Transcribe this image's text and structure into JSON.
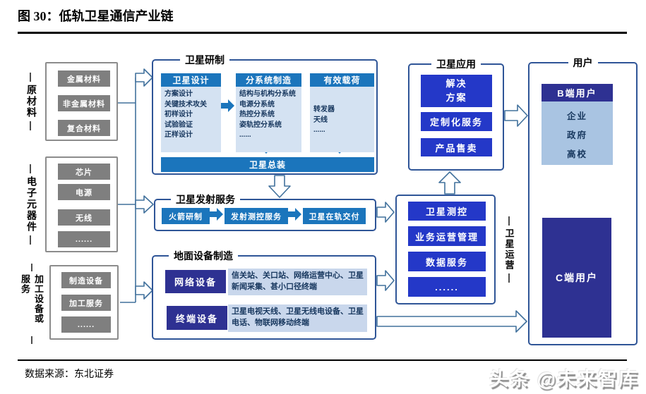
{
  "figure": {
    "title": "图 30：低轨卫星通信产业链",
    "source": "数据来源：东北证券",
    "watermark": "头条 @未来智库"
  },
  "colors": {
    "accent_blue": "#1B75BC",
    "vivid_blue": "#2438C8",
    "navy": "#2E3192",
    "light_blue_body": "#D4E2F2",
    "desc_blue": "#C9D7EC",
    "b_user_body": "#A9C4E2",
    "gray_box": "#7F7F7F",
    "frame_blue": "#2F5597",
    "connector_blue": "#41719C"
  },
  "left_groups": [
    {
      "label": "原材料",
      "items": [
        "金属材料",
        "非金属材料",
        "复合材料"
      ]
    },
    {
      "label": "电子元器件",
      "items": [
        "芯片",
        "电源",
        "无线",
        "......"
      ]
    },
    {
      "label": "加工设备或服务",
      "items": [
        "制造设备",
        "加工服务",
        "......"
      ]
    }
  ],
  "development": {
    "title": "卫星研制",
    "columns": [
      {
        "header": "卫星设计",
        "items": [
          "方案设计",
          "关键技术攻关",
          "初样设计",
          "试验验证",
          "正样设计"
        ]
      },
      {
        "header": "分系统制造",
        "items": [
          "结构与机构分系统",
          "电源分系统",
          "热控分系统",
          "姿轨控分系统",
          "......"
        ]
      },
      {
        "header": "有效载荷",
        "items": [
          "转发器",
          "天线",
          "......"
        ]
      }
    ],
    "assembly": "卫星总装"
  },
  "launch": {
    "title": "卫星发射服务",
    "steps": [
      "火箭研制",
      "发射测控服务",
      "卫星在轨交付"
    ]
  },
  "ground": {
    "title": "地面设备制造",
    "rows": [
      {
        "label": "网络设备",
        "desc": "信关站、关口站、网络运营中心、卫星新闻采集、甚小口径终端"
      },
      {
        "label": "终端设备",
        "desc": "卫星电视天线、卫星无线电设备、卫星电话、物联网移动终端"
      }
    ]
  },
  "application": {
    "title": "卫星应用",
    "boxes": [
      {
        "line1": "解决",
        "line2": "方案"
      },
      {
        "line1": "定制化服务"
      },
      {
        "line1": "产品售卖"
      }
    ]
  },
  "operation": {
    "label": "卫星运营",
    "items": [
      "卫星测控",
      "业务运营管理",
      "数据服务",
      "......"
    ]
  },
  "users": {
    "title": "用户",
    "b_header": "B端用户",
    "b_items": [
      "企业",
      "政府",
      "高校"
    ],
    "c_label": "C端用户"
  }
}
